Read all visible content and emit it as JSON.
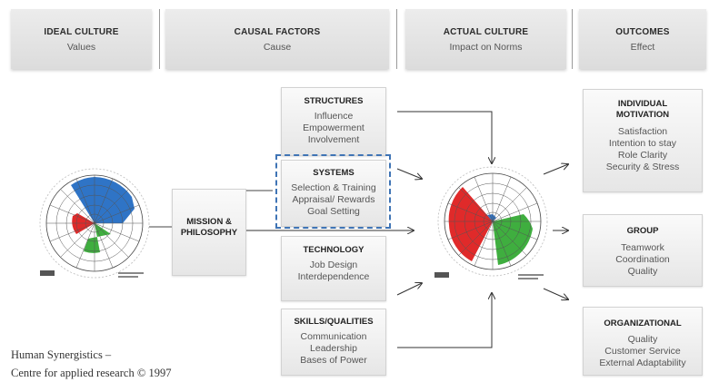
{
  "headers": [
    {
      "title": "IDEAL CULTURE",
      "subtitle": "Values"
    },
    {
      "title": "CAUSAL FACTORS",
      "subtitle": "Cause"
    },
    {
      "title": "ACTUAL CULTURE",
      "subtitle": "Impact on Norms"
    },
    {
      "title": "OUTCOMES",
      "subtitle": "Effect"
    }
  ],
  "mission": {
    "line1": "MISSION &",
    "line2": "PHILOSOPHY"
  },
  "causal_factors": [
    {
      "title": "STRUCTURES",
      "items": [
        "Influence",
        "Empowerment",
        "Involvement"
      ]
    },
    {
      "title": "SYSTEMS",
      "items": [
        "Selection & Training",
        "Appraisal/ Rewards",
        "Goal Setting"
      ]
    },
    {
      "title": "TECHNOLOGY",
      "items": [
        "Job Design",
        "Interdependence"
      ]
    },
    {
      "title": "SKILLS/QUALITIES",
      "items": [
        "Communication",
        "Leadership",
        "Bases of Power"
      ]
    }
  ],
  "outcomes": [
    {
      "title_lines": [
        "INDIVIDUAL",
        "MOTIVATION"
      ],
      "items": [
        "Satisfaction",
        "Intention to stay",
        "Role Clarity",
        "Security & Stress"
      ]
    },
    {
      "title_lines": [
        "GROUP"
      ],
      "items": [
        "Teamwork",
        "Coordination",
        "Quality"
      ]
    },
    {
      "title_lines": [
        "ORGANIZATIONAL"
      ],
      "items": [
        "Quality",
        "Customer Service",
        "External Adaptability"
      ]
    }
  ],
  "credit": {
    "line1": "Human Synergistics –",
    "line2": "Centre for applied research © 1997"
  },
  "colors": {
    "blue": "#2f74c6",
    "red": "#e02a2a",
    "green": "#3fae3f",
    "dashed_border": "#3f74b5",
    "arrow": "#333333"
  }
}
